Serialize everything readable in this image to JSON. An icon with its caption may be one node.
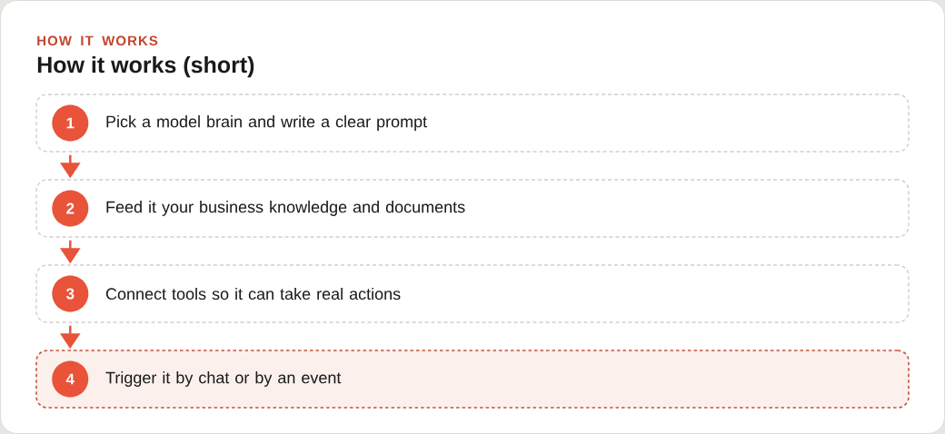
{
  "diagram": {
    "title": "How it works (short)",
    "nodes": [
      {
        "text": [
          "Pick a model brain and write a clear prompt"
        ]
      },
      {
        "text": [
          "1"
        ],
        "in": 0
      },
      {
        "text": [
          "Feed it your business knowledge and documents"
        ]
      },
      {
        "text": [
          "2"
        ],
        "in": 2
      },
      {
        "text": [
          "Connect tools so it can take real actions"
        ]
      },
      {
        "text": [
          "3"
        ],
        "in": 4
      },
      {
        "text": [
          "Trigger it by chat or by an event"
        ]
      },
      {
        "text": [
          "4"
        ],
        "in": 6
      }
    ],
    "edges": [
      {
        "from": 0,
        "to": 2,
        "arrow": "to"
      },
      {
        "from": 2,
        "to": 4,
        "arrow": "to"
      },
      {
        "from": 4,
        "to": 6,
        "arrow": "to"
      }
    ],
    "labels": [
      "HOW IT WORKS"
    ]
  }
}
